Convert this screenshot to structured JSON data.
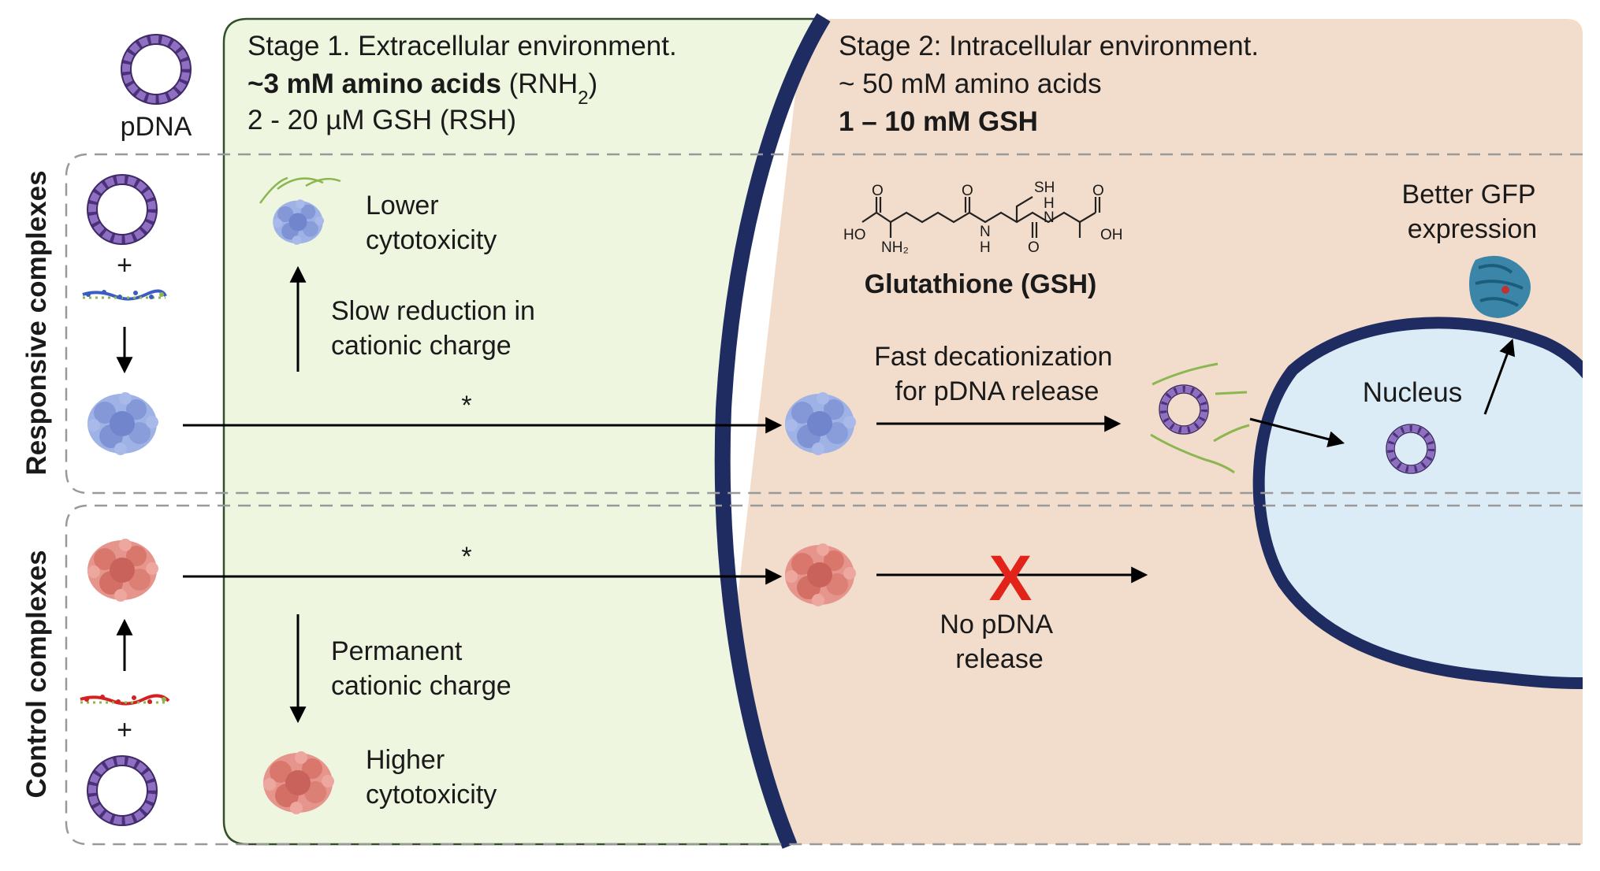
{
  "colors": {
    "extracellular_bg": "#eef6e0",
    "extracellular_border": "#33502a",
    "intracellular_bg": "#f2dccb",
    "membrane": "#1e2c62",
    "nucleus_fill": "#dcecf7",
    "nucleus_border": "#1e2c62",
    "pdna": "#8e6fc2",
    "responsive_complex": "#8ea3dc",
    "control_complex": "#dc7f75",
    "polymer_green": "#8cb650",
    "no_release_cross": "#e2231a",
    "gfp_protein": "#3b86a8",
    "arrow": "#000000",
    "dashed_border": "#999999"
  },
  "top": {
    "pdna_label": "pDNA"
  },
  "stage1": {
    "title": "Stage 1. Extracellular environment.",
    "amino_acids_bold": "~3 mM amino acids",
    "amino_acids_formula_main": "(RNH",
    "amino_acids_formula_sub": "2",
    "amino_acids_formula_end": ")",
    "gsh": "2 - 20 µM GSH (RSH)"
  },
  "stage2": {
    "title": "Stage 2: Intracellular environment.",
    "amino_acids": "~ 50 mM amino acids",
    "gsh_bold": "1 – 10 mM GSH"
  },
  "rows": {
    "responsive_label": "Responsive complexes",
    "control_label": "Control complexes",
    "plus": "+"
  },
  "responsive": {
    "lower_cytotoxicity_1": "Lower",
    "lower_cytotoxicity_2": "cytotoxicity",
    "slow_reduction_1": "Slow reduction in",
    "slow_reduction_2": "cationic charge",
    "asterisk": "*",
    "fast_decationization_1": "Fast decationization",
    "fast_decationization_2": "for pDNA release",
    "nucleus": "Nucleus",
    "gfp_1": "Better GFP",
    "gfp_2": "expression"
  },
  "control": {
    "asterisk": "*",
    "permanent_1": "Permanent",
    "permanent_2": "cationic charge",
    "higher_cytotoxicity_1": "Higher",
    "higher_cytotoxicity_2": "cytotoxicity",
    "no_release_1": "No pDNA",
    "no_release_2": "release",
    "cross": "X"
  },
  "glutathione": {
    "name": "Glutathione (GSH)",
    "ho_left": "HO",
    "oh_right": "OH",
    "o": "O",
    "nh2": "NH₂",
    "n": "N",
    "h": "H",
    "sh": "SH"
  }
}
